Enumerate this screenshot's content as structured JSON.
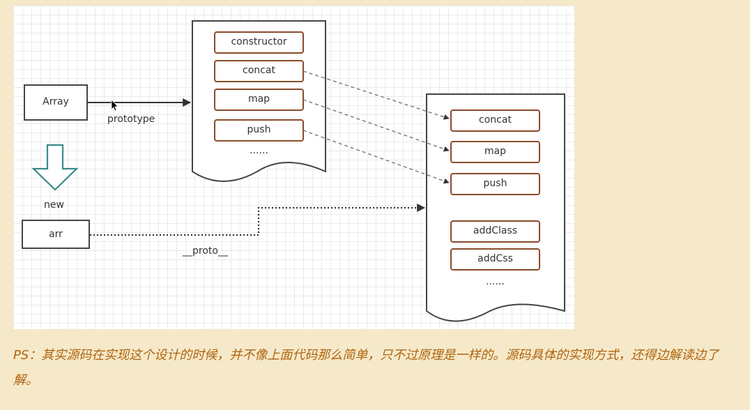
{
  "diagram": {
    "array_label": "Array",
    "prototype_label": "prototype",
    "new_label": "new",
    "arr_label": "arr",
    "proto_label": "__proto__",
    "left_methods": [
      "constructor",
      "concat",
      "map",
      "push"
    ],
    "left_ellipsis": "......",
    "right_methods": [
      "concat",
      "map",
      "push",
      "addClass",
      "addCss"
    ],
    "right_ellipsis": "......"
  },
  "caption": "PS：其实源码在实现这个设计的时候，并不像上面代码那么简单，只不过原理是一样的。源码具体的实现方式，还得边解读边了解。"
}
